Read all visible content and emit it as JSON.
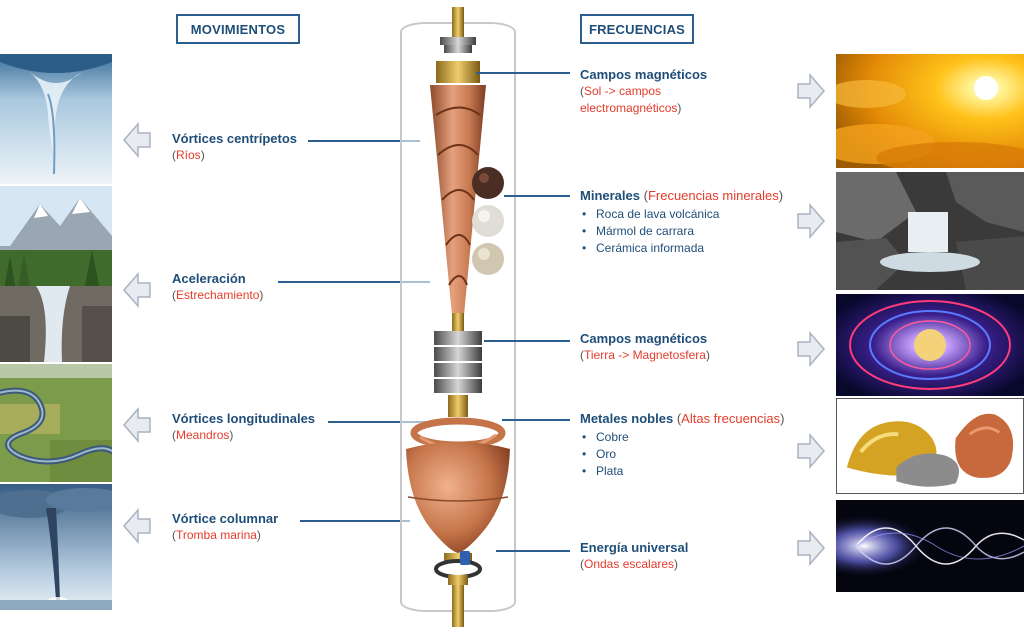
{
  "headers": {
    "movimientos": "MOVIMIENTOS",
    "frecuencias": "FRECUENCIAS"
  },
  "movimientos": [
    {
      "title": "Vórtices centrípetos",
      "sub": "Ríos"
    },
    {
      "title": "Aceleración",
      "sub": "Estrechamiento"
    },
    {
      "title": "Vórtices longitudinales",
      "sub": "Meandros"
    },
    {
      "title": "Vórtice columnar",
      "sub": "Tromba marina"
    }
  ],
  "frecuencias": {
    "campos_sol": {
      "title": "Campos magnéticos",
      "sub_line1": "Sol -> campos",
      "sub_line2": "electromagnéticos"
    },
    "minerales": {
      "title": "Minerales",
      "sub": "Frecuencias minerales",
      "items": [
        "Roca de lava volcánica",
        "Mármol de carrara",
        "Cerámica informada"
      ]
    },
    "campos_tierra": {
      "title": "Campos magnéticos",
      "sub": "Tierra -> Magnetosfera"
    },
    "metales": {
      "title": "Metales nobles",
      "sub": "Altas frecuencias",
      "items": [
        "Cobre",
        "Oro",
        "Plata"
      ]
    },
    "energia": {
      "title": "Energía universal",
      "sub": "Ondas escalares"
    }
  },
  "colors": {
    "heading": "#1f4e79",
    "accent": "#e53b2b",
    "line": "#2a5f8f",
    "copper": "#c87850",
    "arrow": "#c9cfd8"
  },
  "icons": {
    "left_arrows": "arrow-left-icon",
    "right_arrows": "arrow-right-icon"
  }
}
